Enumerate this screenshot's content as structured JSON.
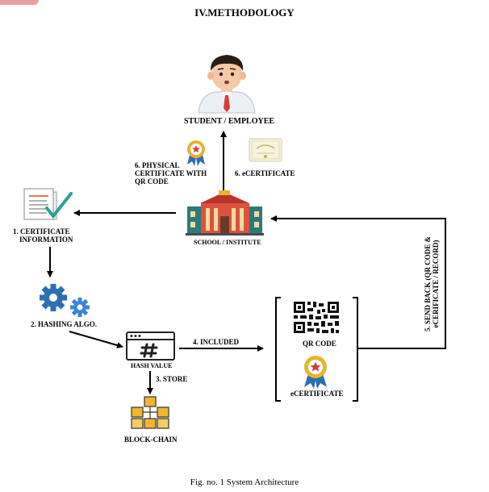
{
  "heading": "IV.METHODOLOGY",
  "nodes": {
    "student": "STUDENT / EMPLOYEE",
    "school": "SCHOOL / INSTITUTE",
    "cert_info_line1": "1. CERTIFICATE",
    "cert_info_line2": "INFORMATION",
    "hashing": "2. HASHING ALGO.",
    "hash_value": "HASH VALUE",
    "blockchain": "BLOCK-CHAIN",
    "qr_code": "QR CODE",
    "ecert": "eCERTIFICATE"
  },
  "edges": {
    "store": "3. STORE",
    "included": "4. INCLUDED",
    "send_back_line1": "5. SEND BACK (QR CODE &",
    "send_back_line2": "eCERIFICATE / RECORD)",
    "physical_line1": "6. PHYSICAL",
    "physical_line2": "CERTIFICATE WITH",
    "physical_line3": "QR CODE",
    "ecert6": "6. eCERTIFICATE"
  },
  "caption": "Fig. no. 1 System Architecture",
  "colors": {
    "blue": "#2c6fb3",
    "red": "#d93a3a",
    "gold": "#e8b430",
    "skin": "#f4c9a8"
  }
}
